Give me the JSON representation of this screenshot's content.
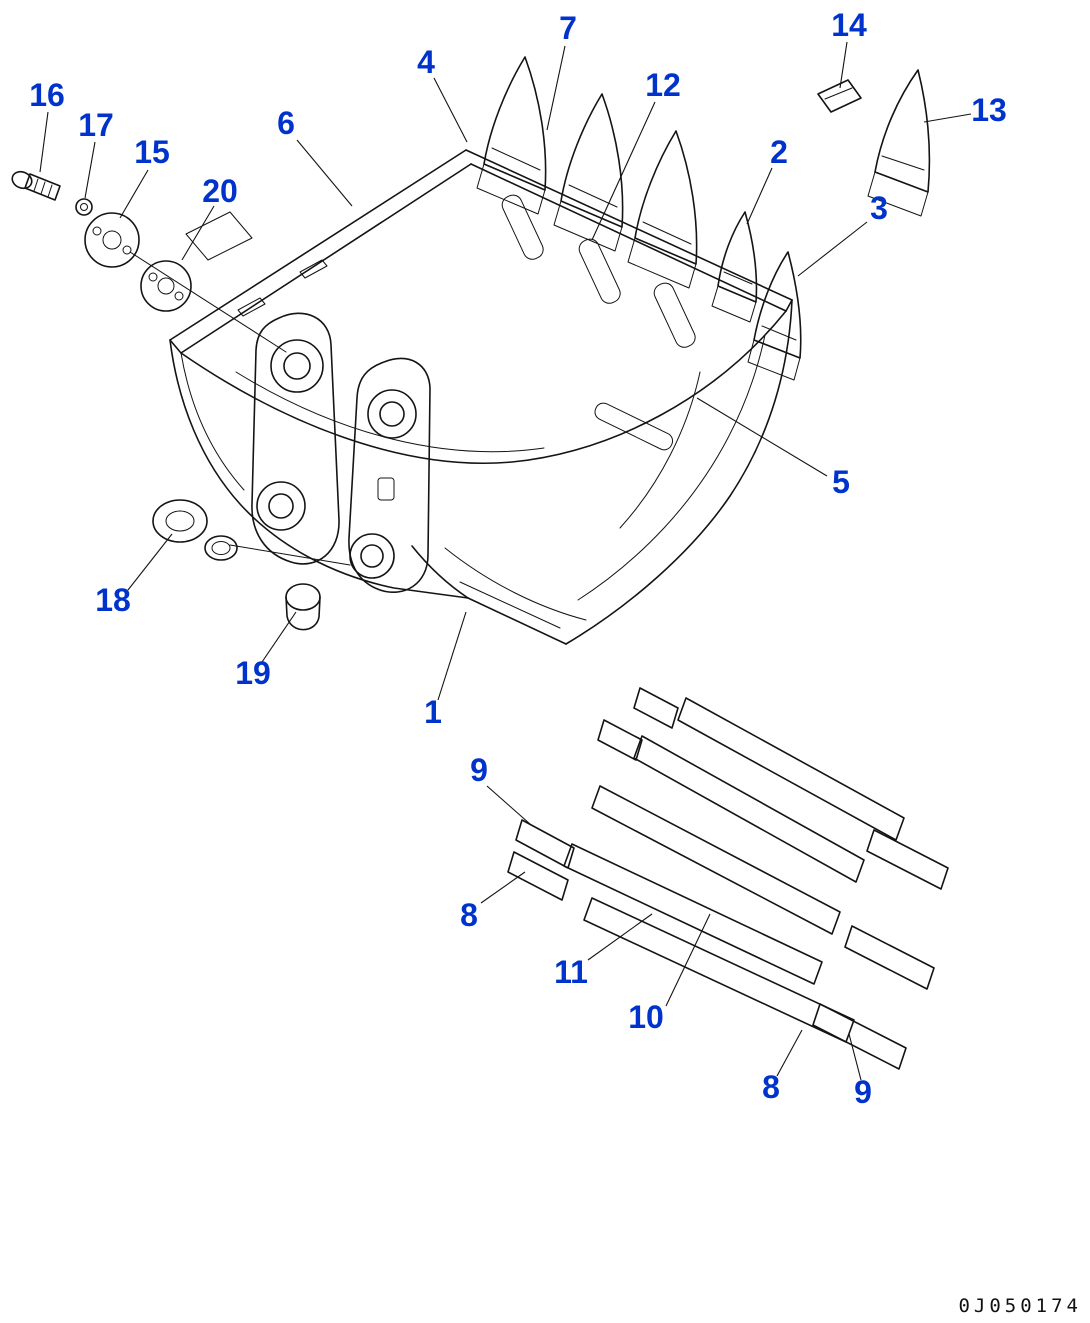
{
  "diagram": {
    "kind": "exploded-parts-diagram",
    "subject": "excavator-bucket-assembly",
    "drawing_number": "0J050174",
    "label_color": "#0033cc",
    "line_color": "#141414",
    "background_color": "#ffffff",
    "callouts": [
      {
        "label": "16"
      },
      {
        "label": "17"
      },
      {
        "label": "15"
      },
      {
        "label": "20"
      },
      {
        "label": "6"
      },
      {
        "label": "4"
      },
      {
        "label": "7"
      },
      {
        "label": "12"
      },
      {
        "label": "2"
      },
      {
        "label": "14"
      },
      {
        "label": "13"
      },
      {
        "label": "3"
      },
      {
        "label": "5"
      },
      {
        "label": "18"
      },
      {
        "label": "19"
      },
      {
        "label": "1"
      },
      {
        "label": "9"
      },
      {
        "label": "8"
      },
      {
        "label": "11"
      },
      {
        "label": "10"
      },
      {
        "label": "8"
      },
      {
        "label": "9"
      }
    ]
  }
}
